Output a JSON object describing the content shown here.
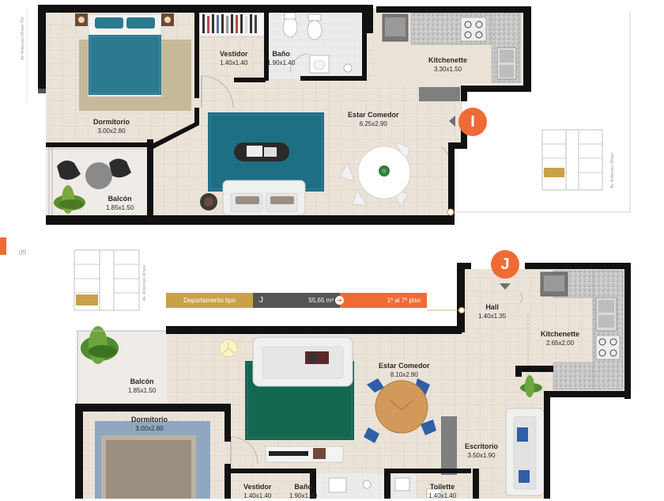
{
  "page_number": "09",
  "street_side_label": "Av. Ambrosio Olmos 760",
  "street_key_label": "Av. Ambrosio Olmos",
  "colors": {
    "accent": "#ef6b36",
    "wall": "#111111",
    "floor": "#e9e0d6",
    "gold": "#c9a248"
  },
  "plan_i": {
    "marker": "I",
    "rooms": [
      {
        "name": "Dormitorio",
        "dim": "3.00x2.80"
      },
      {
        "name": "Vestidor",
        "dim": "1.40x1.40"
      },
      {
        "name": "Baño",
        "dim": "1.90x1.40"
      },
      {
        "name": "Kitchenette",
        "dim": "3.30x1.50"
      },
      {
        "name": "Estar Comedor",
        "dim": "6.25x2.90"
      },
      {
        "name": "Balcón",
        "dim": "1.85x1.50"
      }
    ]
  },
  "plan_j": {
    "marker": "J",
    "legend": {
      "tipo": "Departamento tipo",
      "letra": "J",
      "area": "55,65 m²",
      "pisos": "1º al 7º piso"
    },
    "rooms": [
      {
        "name": "Hall",
        "dim": "1.40x1.35"
      },
      {
        "name": "Kitchenette",
        "dim": "2.65x2.00"
      },
      {
        "name": "Estar Comedor",
        "dim": "8.10x2.90"
      },
      {
        "name": "Balcón",
        "dim": "1.85x1.50"
      },
      {
        "name": "Dormitorio",
        "dim": "3.00x2.80"
      },
      {
        "name": "Escritorio",
        "dim": "3.50x1.90"
      },
      {
        "name": "Vestidor",
        "dim": "1.40x1.40"
      },
      {
        "name": "Baño",
        "dim": "1.90x1.40"
      },
      {
        "name": "Toilette",
        "dim": "1.40x1.40"
      }
    ]
  }
}
